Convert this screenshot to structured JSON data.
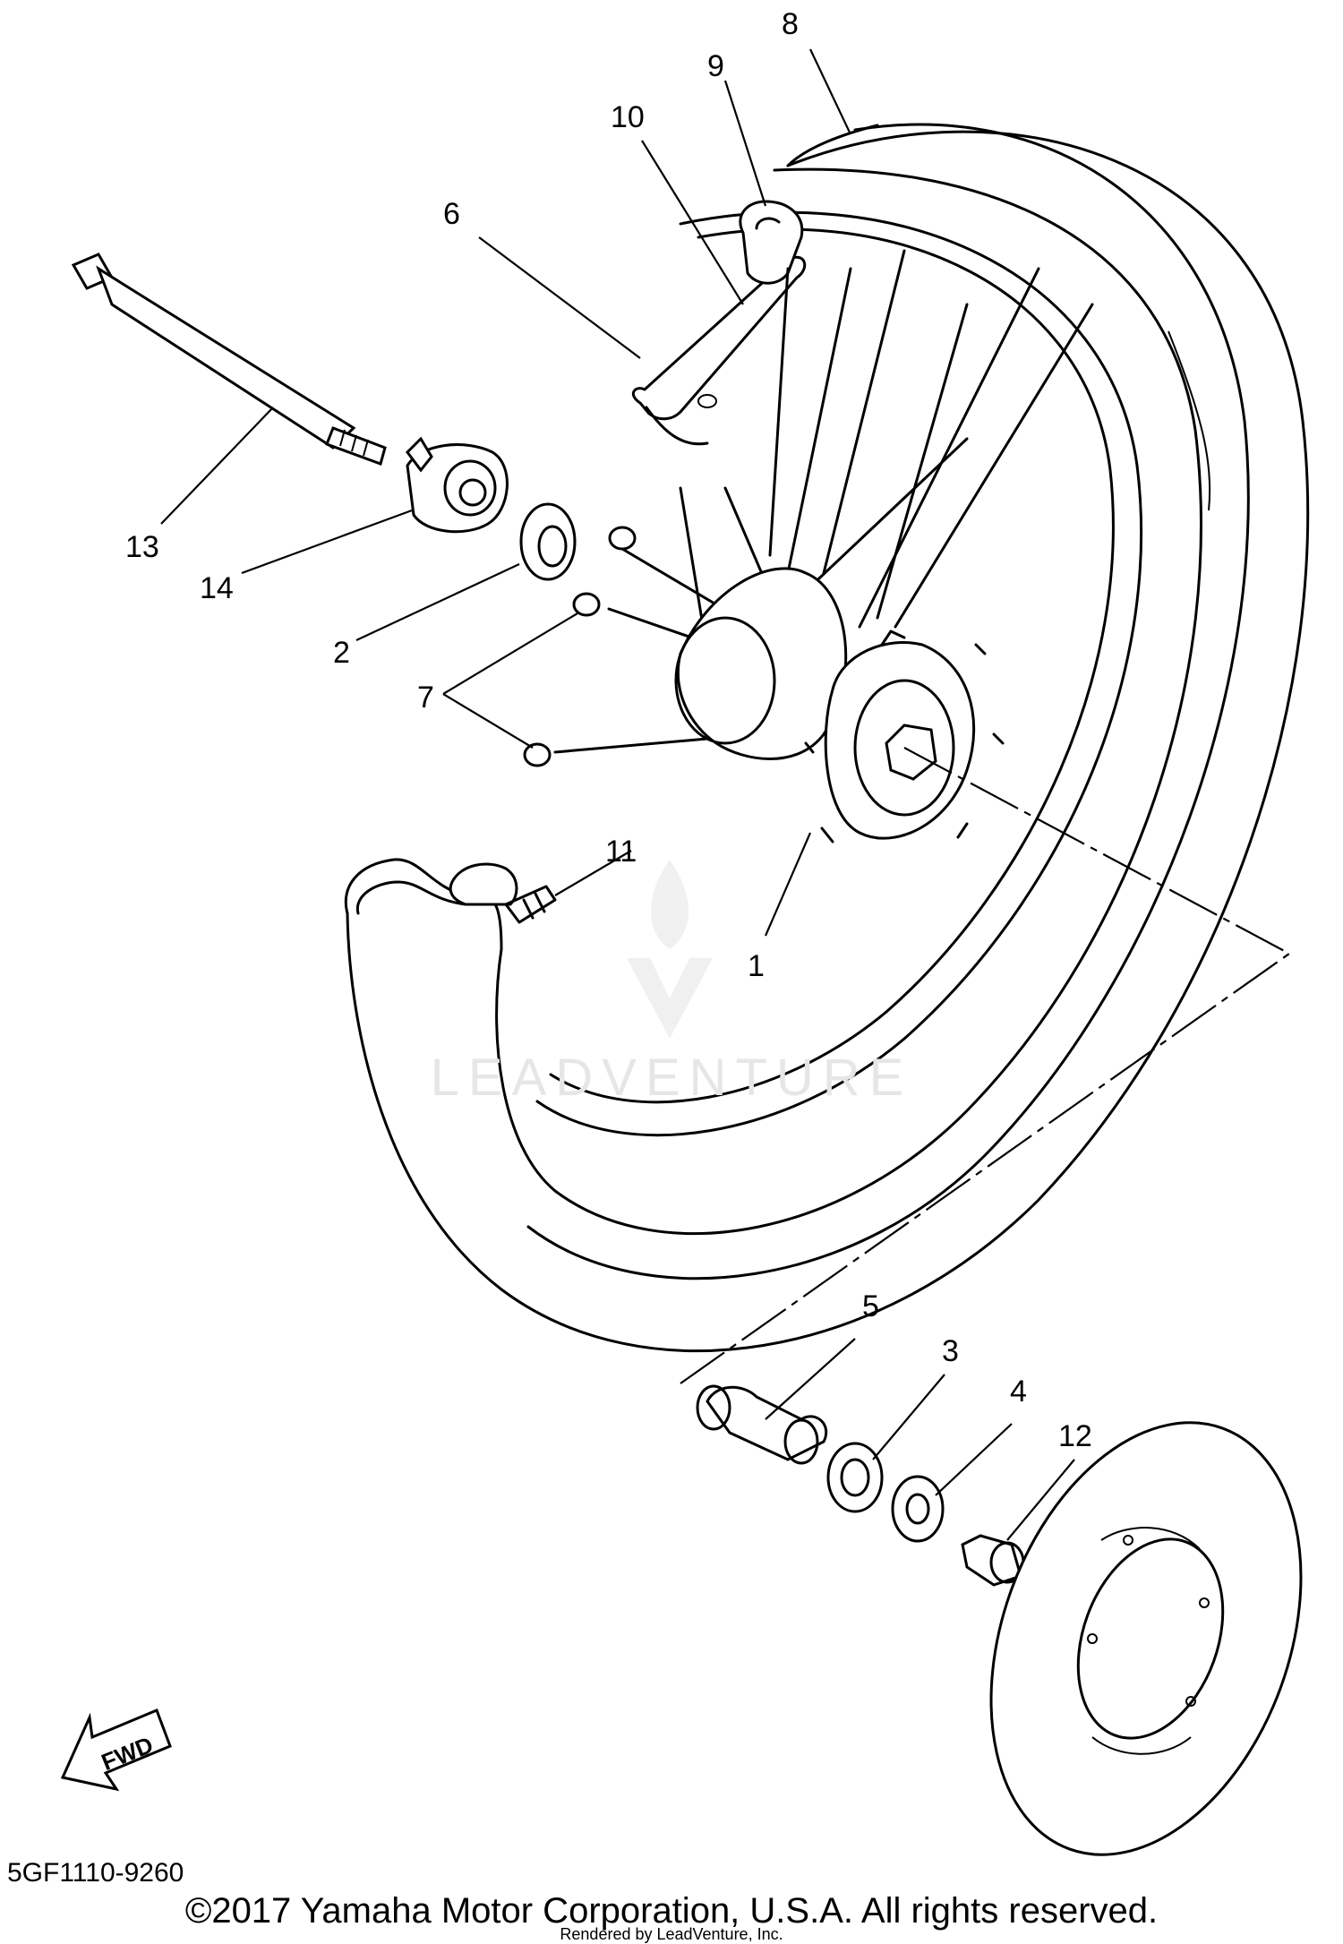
{
  "diagram": {
    "callouts": [
      "1",
      "2",
      "3",
      "4",
      "5",
      "6",
      "7",
      "8",
      "9",
      "10",
      "11",
      "12",
      "13",
      "14"
    ],
    "fwd_label": "FWD",
    "part_code": "5GF1110-9260",
    "watermark_text": "LEADVENTURE"
  },
  "footer": {
    "copyright": "©2017 Yamaha Motor Corporation, U.S.A. All rights reserved.",
    "rendered_by": "Rendered by LeadVenture, Inc."
  }
}
